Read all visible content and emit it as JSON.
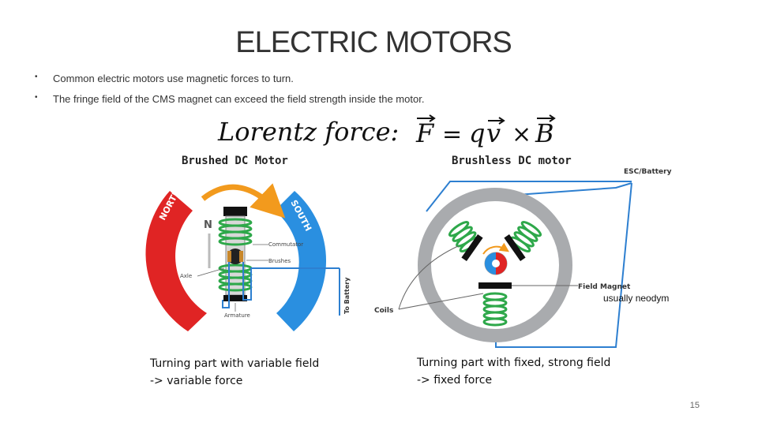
{
  "slide": {
    "title": "ELECTRIC MOTORS",
    "bullets": [
      "Common electric motors use magnetic forces to turn.",
      "The fringe field of the CMS magnet can exceed the field strength inside the motor."
    ],
    "bullet_marker": "•",
    "page_number": "15"
  },
  "formula": {
    "label": "Lorentz force:",
    "F": "F",
    "equals": "=",
    "q": "q",
    "v": "v",
    "times": "×",
    "B": "B"
  },
  "brushed": {
    "heading": "Brushed DC Motor",
    "north": "NORTH",
    "south": "SOUTH",
    "n_letter": "N",
    "commutator": "Commutator",
    "brushes": "Brushes",
    "axle": "Axle",
    "armature": "Armature",
    "to_battery": "To Battery",
    "caption_line1": "Turning part with variable field",
    "caption_line2": "-> variable force",
    "colors": {
      "north": "#e02424",
      "south": "#2a8fe0",
      "coil": "#2ea84a",
      "arrow": "#f29a1d"
    }
  },
  "brushless": {
    "heading": "Brushless DC motor",
    "esc": "ESC/Battery",
    "field_magnet": "Field Magnet",
    "field_note": "usually neodym",
    "coils": "Coils",
    "caption_line1": "Turning part with fixed, strong field",
    "caption_line2": "-> fixed force",
    "colors": {
      "ring": "#a9abae",
      "wire": "#2d7fd0",
      "coil": "#2ea84a",
      "magnet": "#111111"
    }
  }
}
